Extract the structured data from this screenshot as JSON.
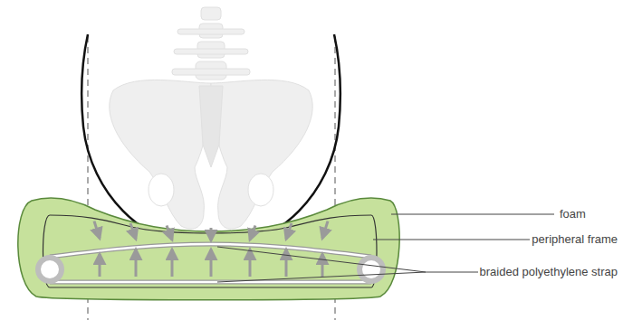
{
  "diagram": {
    "labels": [
      "foam",
      "peripheral frame",
      "braided polyethylene strap"
    ]
  }
}
